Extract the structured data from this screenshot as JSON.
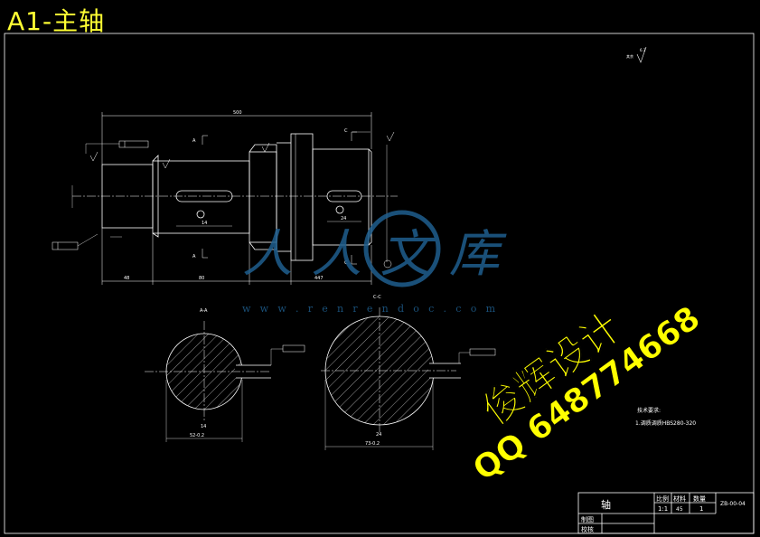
{
  "title": "A1-主轴",
  "roughness_note": "其余",
  "roughness_value": "6.3",
  "dimensions": {
    "overall_length": "500",
    "left_len": "48",
    "mid_len": "80",
    "right_len": "447",
    "key_w1": "14",
    "key_w2": "24"
  },
  "section_labels": {
    "a_top": "A",
    "a_bottom": "A",
    "c_top": "C",
    "c_bottom": "C",
    "sec_aa": "A-A",
    "sec_cc": "C-C",
    "sec1_dim": "52-0.2",
    "sec2_dim": "73-0.2",
    "sec1_key": "14",
    "sec2_key": "24"
  },
  "tech_req": {
    "heading": "技术要求:",
    "line1": "1.调质调质HBS280-320"
  },
  "title_block": {
    "part_name": "轴",
    "scale_label": "比例",
    "material_label": "材料",
    "qty_label": "数量",
    "scale": "1:1",
    "material": "45",
    "qty": "1",
    "drawing_no": "ZB-00-04",
    "drawn_label": "制图",
    "checked_label": "校核"
  },
  "watermark": {
    "site_cn": "人人文库",
    "site_url": "w w w . r e n r e n d o c . c o m",
    "designer": "俊辉设计",
    "qq": "QQ 648774668"
  },
  "colors": {
    "background": "#000000",
    "lines": "#ffffff",
    "title": "#ffff33",
    "watermark_blue": "#1f5f8f"
  }
}
